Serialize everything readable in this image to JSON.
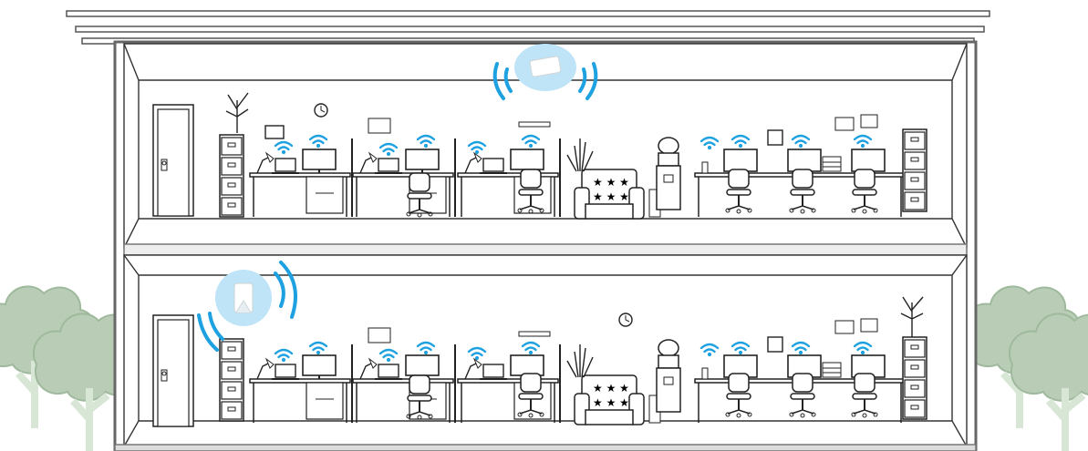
{
  "scene": {
    "floors": 2,
    "devices": {
      "ceiling_access_point": {
        "icon": "ceiling-access-point-icon",
        "floor": "upper"
      },
      "wall_repeater": {
        "icon": "wall-repeater-icon",
        "floor": "lower"
      }
    },
    "colors": {
      "wifi": "#1da1e0",
      "device_halo": "#bfe4f7",
      "line": "#222222",
      "wall": "#8a8a8a",
      "tree": "#b9cdb6",
      "tree_dark": "#9fb99c"
    }
  }
}
